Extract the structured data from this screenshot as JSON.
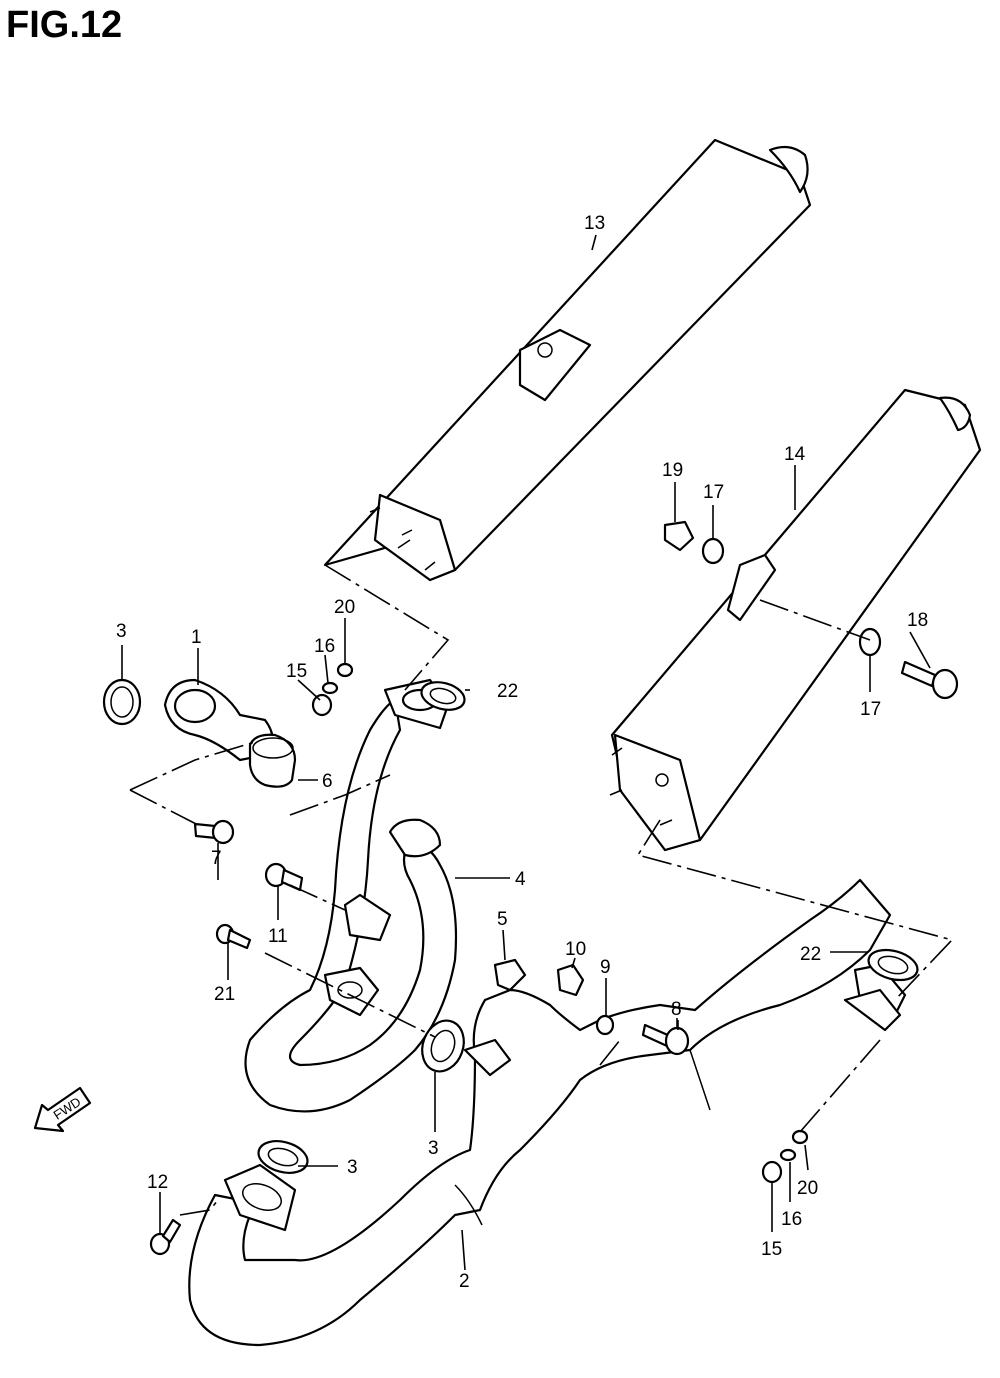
{
  "figure": {
    "title": "FIG.12"
  },
  "fwd_label": "FWD",
  "callouts": [
    {
      "id": "c1",
      "text": "1"
    },
    {
      "id": "c2",
      "text": "2"
    },
    {
      "id": "c3a",
      "text": "3"
    },
    {
      "id": "c3b",
      "text": "3"
    },
    {
      "id": "c3c",
      "text": "3"
    },
    {
      "id": "c4",
      "text": "4"
    },
    {
      "id": "c5",
      "text": "5"
    },
    {
      "id": "c6",
      "text": "6"
    },
    {
      "id": "c7",
      "text": "7"
    },
    {
      "id": "c8",
      "text": "8"
    },
    {
      "id": "c9",
      "text": "9"
    },
    {
      "id": "c10",
      "text": "10"
    },
    {
      "id": "c11",
      "text": "11"
    },
    {
      "id": "c12",
      "text": "12"
    },
    {
      "id": "c13",
      "text": "13"
    },
    {
      "id": "c14",
      "text": "14"
    },
    {
      "id": "c15a",
      "text": "15"
    },
    {
      "id": "c15b",
      "text": "15"
    },
    {
      "id": "c16a",
      "text": "16"
    },
    {
      "id": "c16b",
      "text": "16"
    },
    {
      "id": "c17a",
      "text": "17"
    },
    {
      "id": "c17b",
      "text": "17"
    },
    {
      "id": "c18",
      "text": "18"
    },
    {
      "id": "c19",
      "text": "19"
    },
    {
      "id": "c20a",
      "text": "20"
    },
    {
      "id": "c20b",
      "text": "20"
    },
    {
      "id": "c21",
      "text": "21"
    },
    {
      "id": "c22a",
      "text": "22"
    },
    {
      "id": "c22b",
      "text": "22"
    }
  ]
}
